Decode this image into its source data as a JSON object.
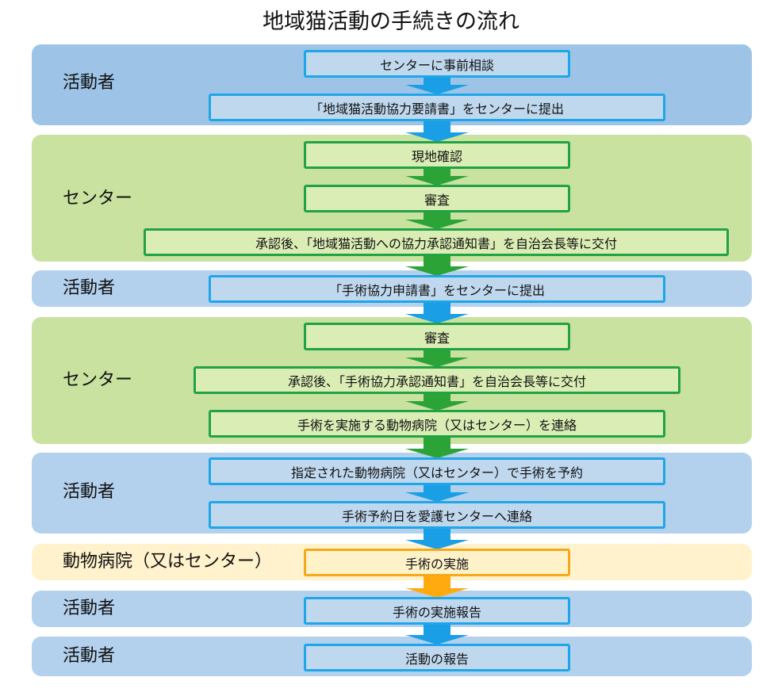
{
  "title": "地域猫活動の手続きの流れ",
  "colors": {
    "band_blue_dark": "#9dc3e6",
    "band_blue_light": "#b3d0ed",
    "band_green": "#c9e2a0",
    "band_cream": "#fff2cc",
    "arrow_blue": "#1a9ee6",
    "arrow_green": "#2ca336",
    "arrow_orange": "#ffab0f"
  },
  "bands": [
    {
      "label": "活動者",
      "color": "band_blue_dark"
    },
    {
      "label": "センター",
      "color": "band_green"
    },
    {
      "label": "活動者",
      "color": "band_blue_light"
    },
    {
      "label": "センター",
      "color": "band_green"
    },
    {
      "label": "活動者",
      "color": "band_blue_light"
    },
    {
      "label": "動物病院（又はセンター）",
      "color": "band_cream"
    },
    {
      "label": "活動者",
      "color": "band_blue_light"
    },
    {
      "label": "活動者",
      "color": "band_blue_light"
    }
  ],
  "steps": [
    {
      "text": "センターに事前相談",
      "style": "blue"
    },
    {
      "text": "「地域猫活動協力要請書」をセンターに提出",
      "style": "blue"
    },
    {
      "text": "現地確認",
      "style": "green"
    },
    {
      "text": "審査",
      "style": "green"
    },
    {
      "text": "承認後、「地域猫活動への協力承認通知書」を自治会長等に交付",
      "style": "green"
    },
    {
      "text": "「手術協力申請書」をセンターに提出",
      "style": "blue"
    },
    {
      "text": "審査",
      "style": "green"
    },
    {
      "text": "承認後、「手術協力承認通知書」を自治会長等に交付",
      "style": "green"
    },
    {
      "text": "手術を実施する動物病院（又はセンター）を連絡",
      "style": "green"
    },
    {
      "text": "指定された動物病院（又はセンター）で手術を予約",
      "style": "blue"
    },
    {
      "text": "手術予約日を愛護センターへ連絡",
      "style": "blue"
    },
    {
      "text": "手術の実施",
      "style": "orange"
    },
    {
      "text": "手術の実施報告",
      "style": "blue"
    },
    {
      "text": "活動の報告",
      "style": "blue"
    }
  ],
  "arrows": [
    {
      "from": 0,
      "to": 1,
      "color": "arrow_blue"
    },
    {
      "from": 1,
      "to": 2,
      "color": "arrow_blue"
    },
    {
      "from": 2,
      "to": 3,
      "color": "arrow_green"
    },
    {
      "from": 3,
      "to": 4,
      "color": "arrow_green"
    },
    {
      "from": 4,
      "to": 5,
      "color": "arrow_green"
    },
    {
      "from": 5,
      "to": 6,
      "color": "arrow_blue"
    },
    {
      "from": 6,
      "to": 7,
      "color": "arrow_green"
    },
    {
      "from": 7,
      "to": 8,
      "color": "arrow_green"
    },
    {
      "from": 8,
      "to": 9,
      "color": "arrow_green"
    },
    {
      "from": 9,
      "to": 10,
      "color": "arrow_blue"
    },
    {
      "from": 10,
      "to": 11,
      "color": "arrow_blue"
    },
    {
      "from": 11,
      "to": 12,
      "color": "arrow_orange"
    },
    {
      "from": 12,
      "to": 13,
      "color": "arrow_blue"
    }
  ]
}
